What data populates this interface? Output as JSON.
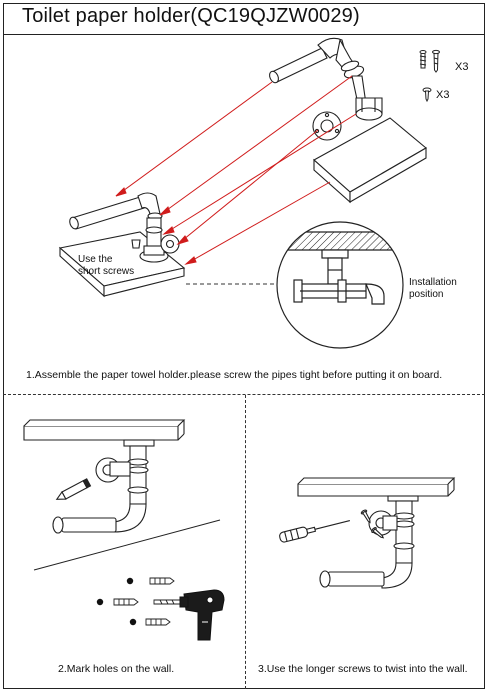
{
  "title": "Toilet paper holder(QC19QJZW0029)",
  "parts": {
    "long_screw_qty": "X3",
    "short_screw_qty": "X3"
  },
  "step1": {
    "label_short_screws": "Use the\nshort screws",
    "label_install_line1": "Installation",
    "label_install_line2": "position",
    "caption": "1.Assemble the paper towel holder.please screw the pipes tight before putting it on board."
  },
  "step2": {
    "caption": "2.Mark holes on the wall."
  },
  "step3": {
    "caption": "3.Use the longer screws to twist into the wall."
  },
  "colors": {
    "arrow": "#d01c1c",
    "line": "#222222"
  }
}
